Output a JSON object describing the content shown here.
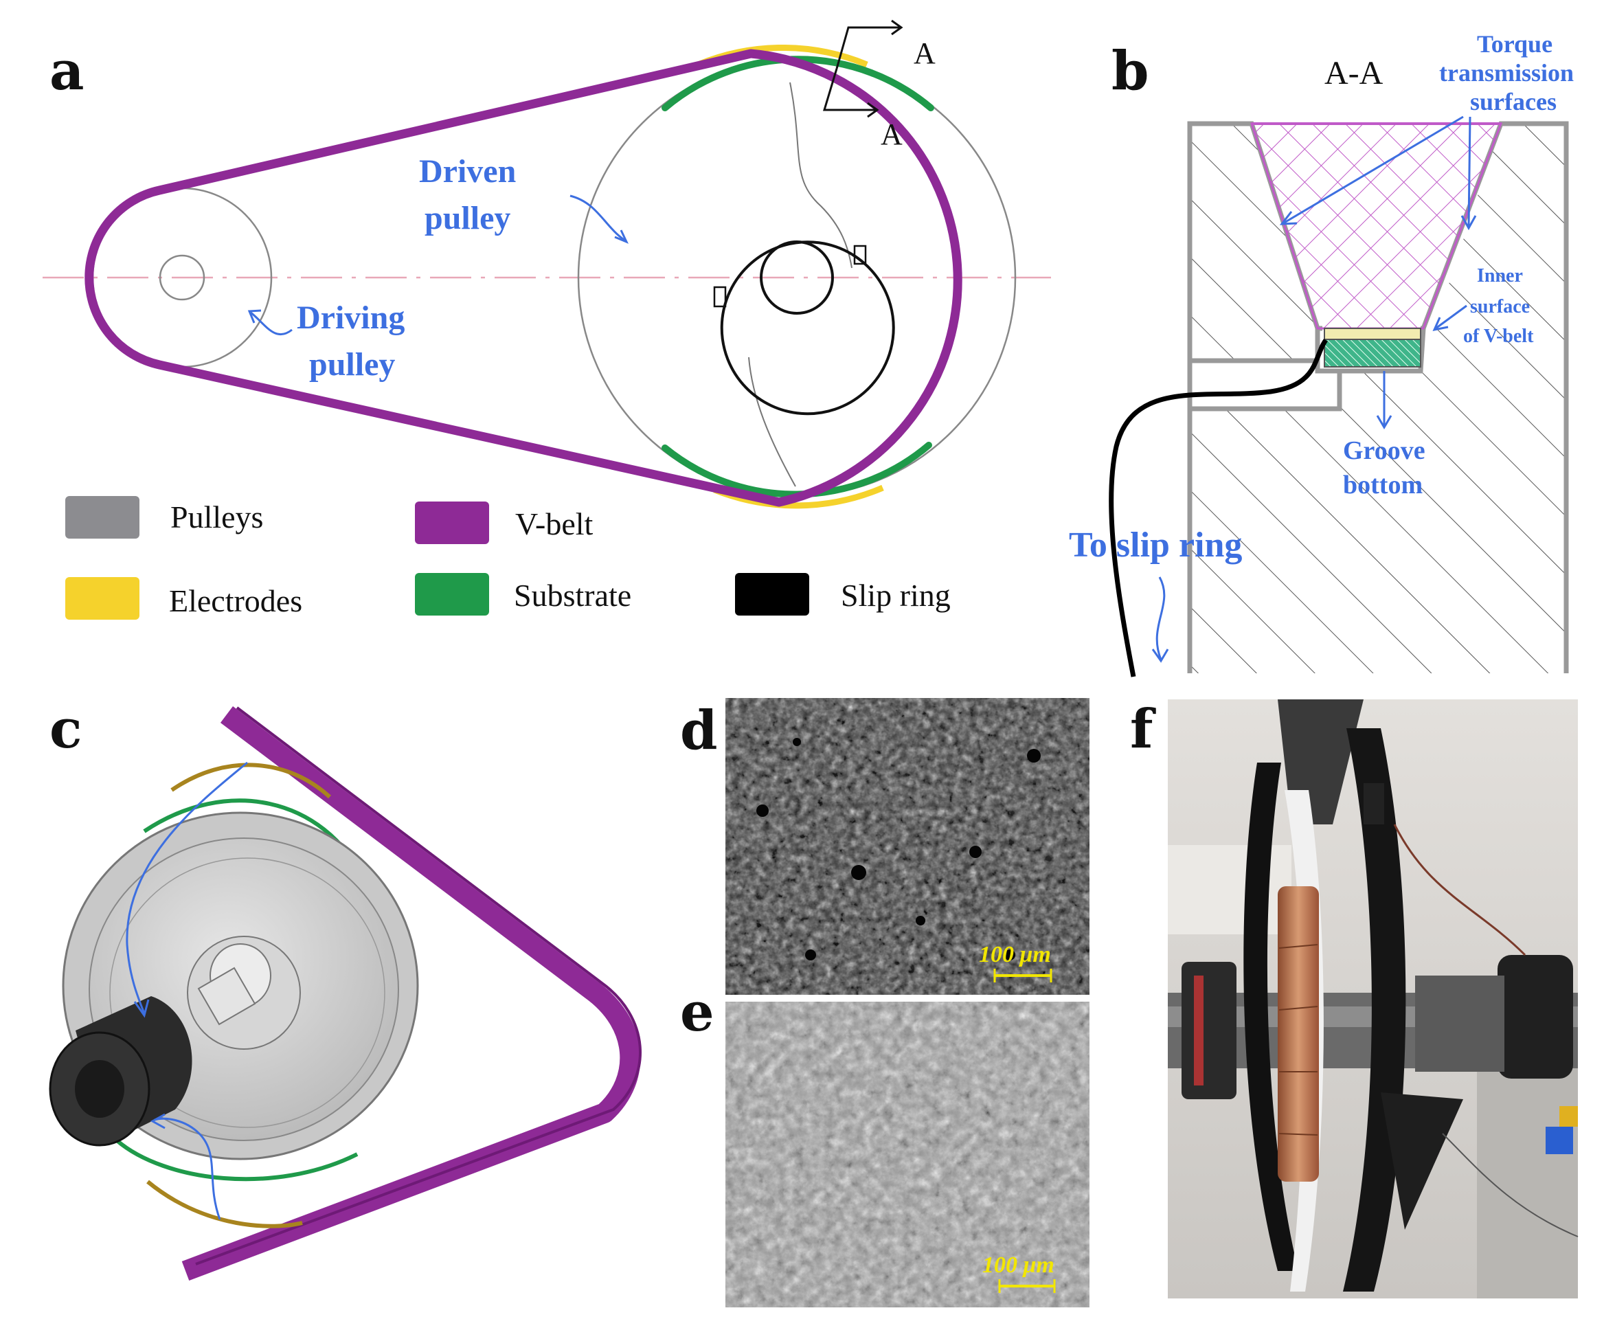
{
  "panels": {
    "a": {
      "label": "a",
      "section_marker": "A",
      "driven_label": [
        "Driven",
        "pulley"
      ],
      "driving_label": [
        "Driving",
        "pulley"
      ]
    },
    "b": {
      "label": "b",
      "title": "A-A",
      "torque_label": [
        "Torque",
        "transmission",
        "surfaces"
      ],
      "inner_label": [
        "Inner",
        "surface",
        "of V-belt"
      ],
      "groove_label": [
        "Groove",
        "bottom"
      ],
      "slip_label": "To slip ring"
    },
    "c": {
      "label": "c"
    },
    "d": {
      "label": "d",
      "scale_text": "100 μm"
    },
    "e": {
      "label": "e",
      "scale_text": "100 μm"
    },
    "f": {
      "label": "f"
    }
  },
  "legend": [
    {
      "label": "Pulleys",
      "color": "#8c8c90"
    },
    {
      "label": "V-belt",
      "color": "#8e2a96"
    },
    {
      "label": "Electrodes",
      "color": "#f5d22c"
    },
    {
      "label": "Substrate",
      "color": "#1f9a4a"
    },
    {
      "label": "Slip ring",
      "color": "#000000"
    }
  ],
  "colors": {
    "belt": "#8e2a96",
    "substrate": "#1f9a4a",
    "electrode": "#f5d22c",
    "annotation": "#3d6fe0",
    "pulley_line": "#888888",
    "hatch_pink": "#c05ac8"
  }
}
